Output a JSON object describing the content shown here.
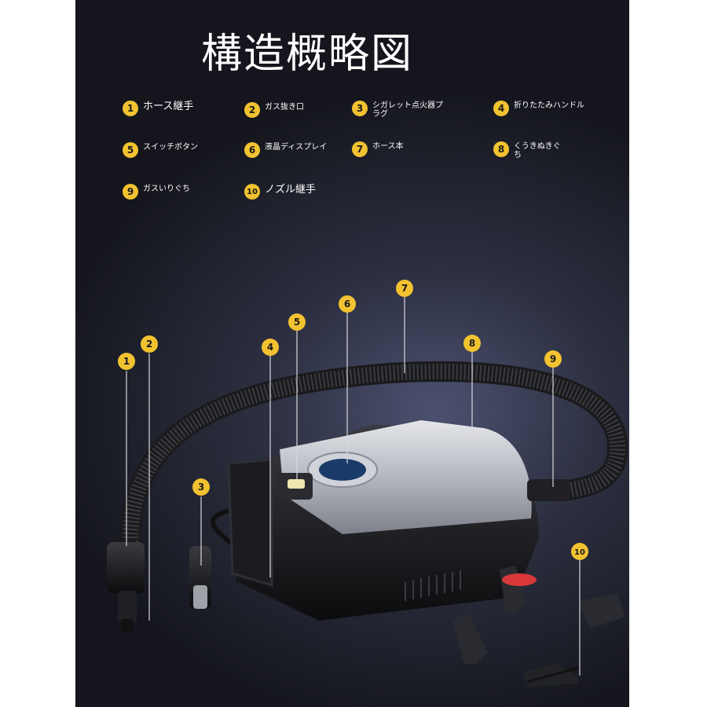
{
  "title": "構造概略図",
  "legend": [
    {
      "num": "1",
      "label": "ホース継手"
    },
    {
      "num": "2",
      "label": "ガス抜き口"
    },
    {
      "num": "3",
      "label": "シガレット点火器プラグ"
    },
    {
      "num": "4",
      "label": "折りたたみハンドル"
    },
    {
      "num": "5",
      "label": "スイッチボタン"
    },
    {
      "num": "6",
      "label": "液晶ディスプレイ"
    },
    {
      "num": "7",
      "label": "ホース本"
    },
    {
      "num": "8",
      "label": "くうきぬきぐち"
    },
    {
      "num": "9",
      "label": "ガスいりぐち"
    },
    {
      "num": "10",
      "label": "ノズル継手"
    }
  ],
  "callouts": [
    "1",
    "2",
    "3",
    "4",
    "5",
    "6",
    "7",
    "8",
    "9",
    "10"
  ],
  "colors": {
    "badge": "#f2c230",
    "background": "#1b1c24",
    "text": "#ffffff"
  },
  "icons": [
    "electric-air-pump-image",
    "hose-image",
    "car-plug-image",
    "nozzle-image"
  ]
}
